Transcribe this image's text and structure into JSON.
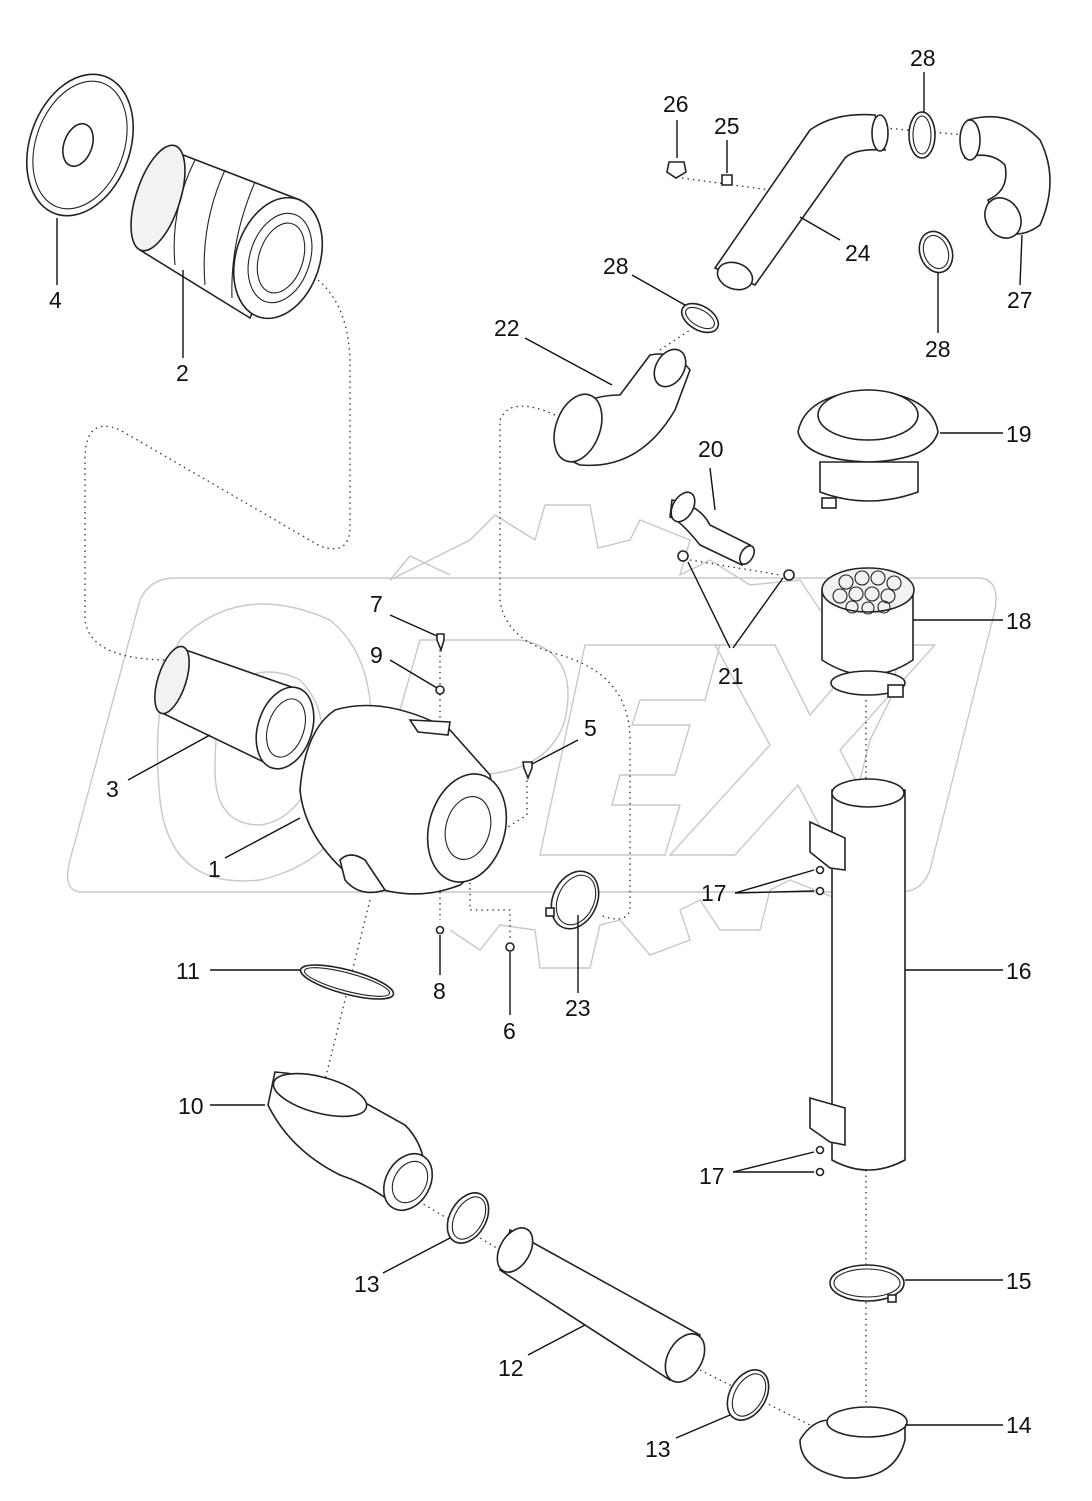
{
  "diagram": {
    "watermark": "OPEX",
    "callouts": [
      {
        "id": "c4",
        "text": "4"
      },
      {
        "id": "c2",
        "text": "2"
      },
      {
        "id": "c3",
        "text": "3"
      },
      {
        "id": "c1",
        "text": "1"
      },
      {
        "id": "c7",
        "text": "7"
      },
      {
        "id": "c9",
        "text": "9"
      },
      {
        "id": "c5",
        "text": "5"
      },
      {
        "id": "c8",
        "text": "8"
      },
      {
        "id": "c6",
        "text": "6"
      },
      {
        "id": "c11",
        "text": "11"
      },
      {
        "id": "c10",
        "text": "10"
      },
      {
        "id": "c13a",
        "text": "13"
      },
      {
        "id": "c12",
        "text": "12"
      },
      {
        "id": "c13b",
        "text": "13"
      },
      {
        "id": "c23",
        "text": "23"
      },
      {
        "id": "c26",
        "text": "26"
      },
      {
        "id": "c25",
        "text": "25"
      },
      {
        "id": "c28a",
        "text": "28"
      },
      {
        "id": "c24",
        "text": "24"
      },
      {
        "id": "c27",
        "text": "27"
      },
      {
        "id": "c28b",
        "text": "28"
      },
      {
        "id": "c28c",
        "text": "28"
      },
      {
        "id": "c22",
        "text": "22"
      },
      {
        "id": "c19",
        "text": "19"
      },
      {
        "id": "c20",
        "text": "20"
      },
      {
        "id": "c21",
        "text": "21"
      },
      {
        "id": "c18",
        "text": "18"
      },
      {
        "id": "c17a",
        "text": "17"
      },
      {
        "id": "c16",
        "text": "16"
      },
      {
        "id": "c17b",
        "text": "17"
      },
      {
        "id": "c15",
        "text": "15"
      },
      {
        "id": "c14",
        "text": "14"
      }
    ]
  }
}
